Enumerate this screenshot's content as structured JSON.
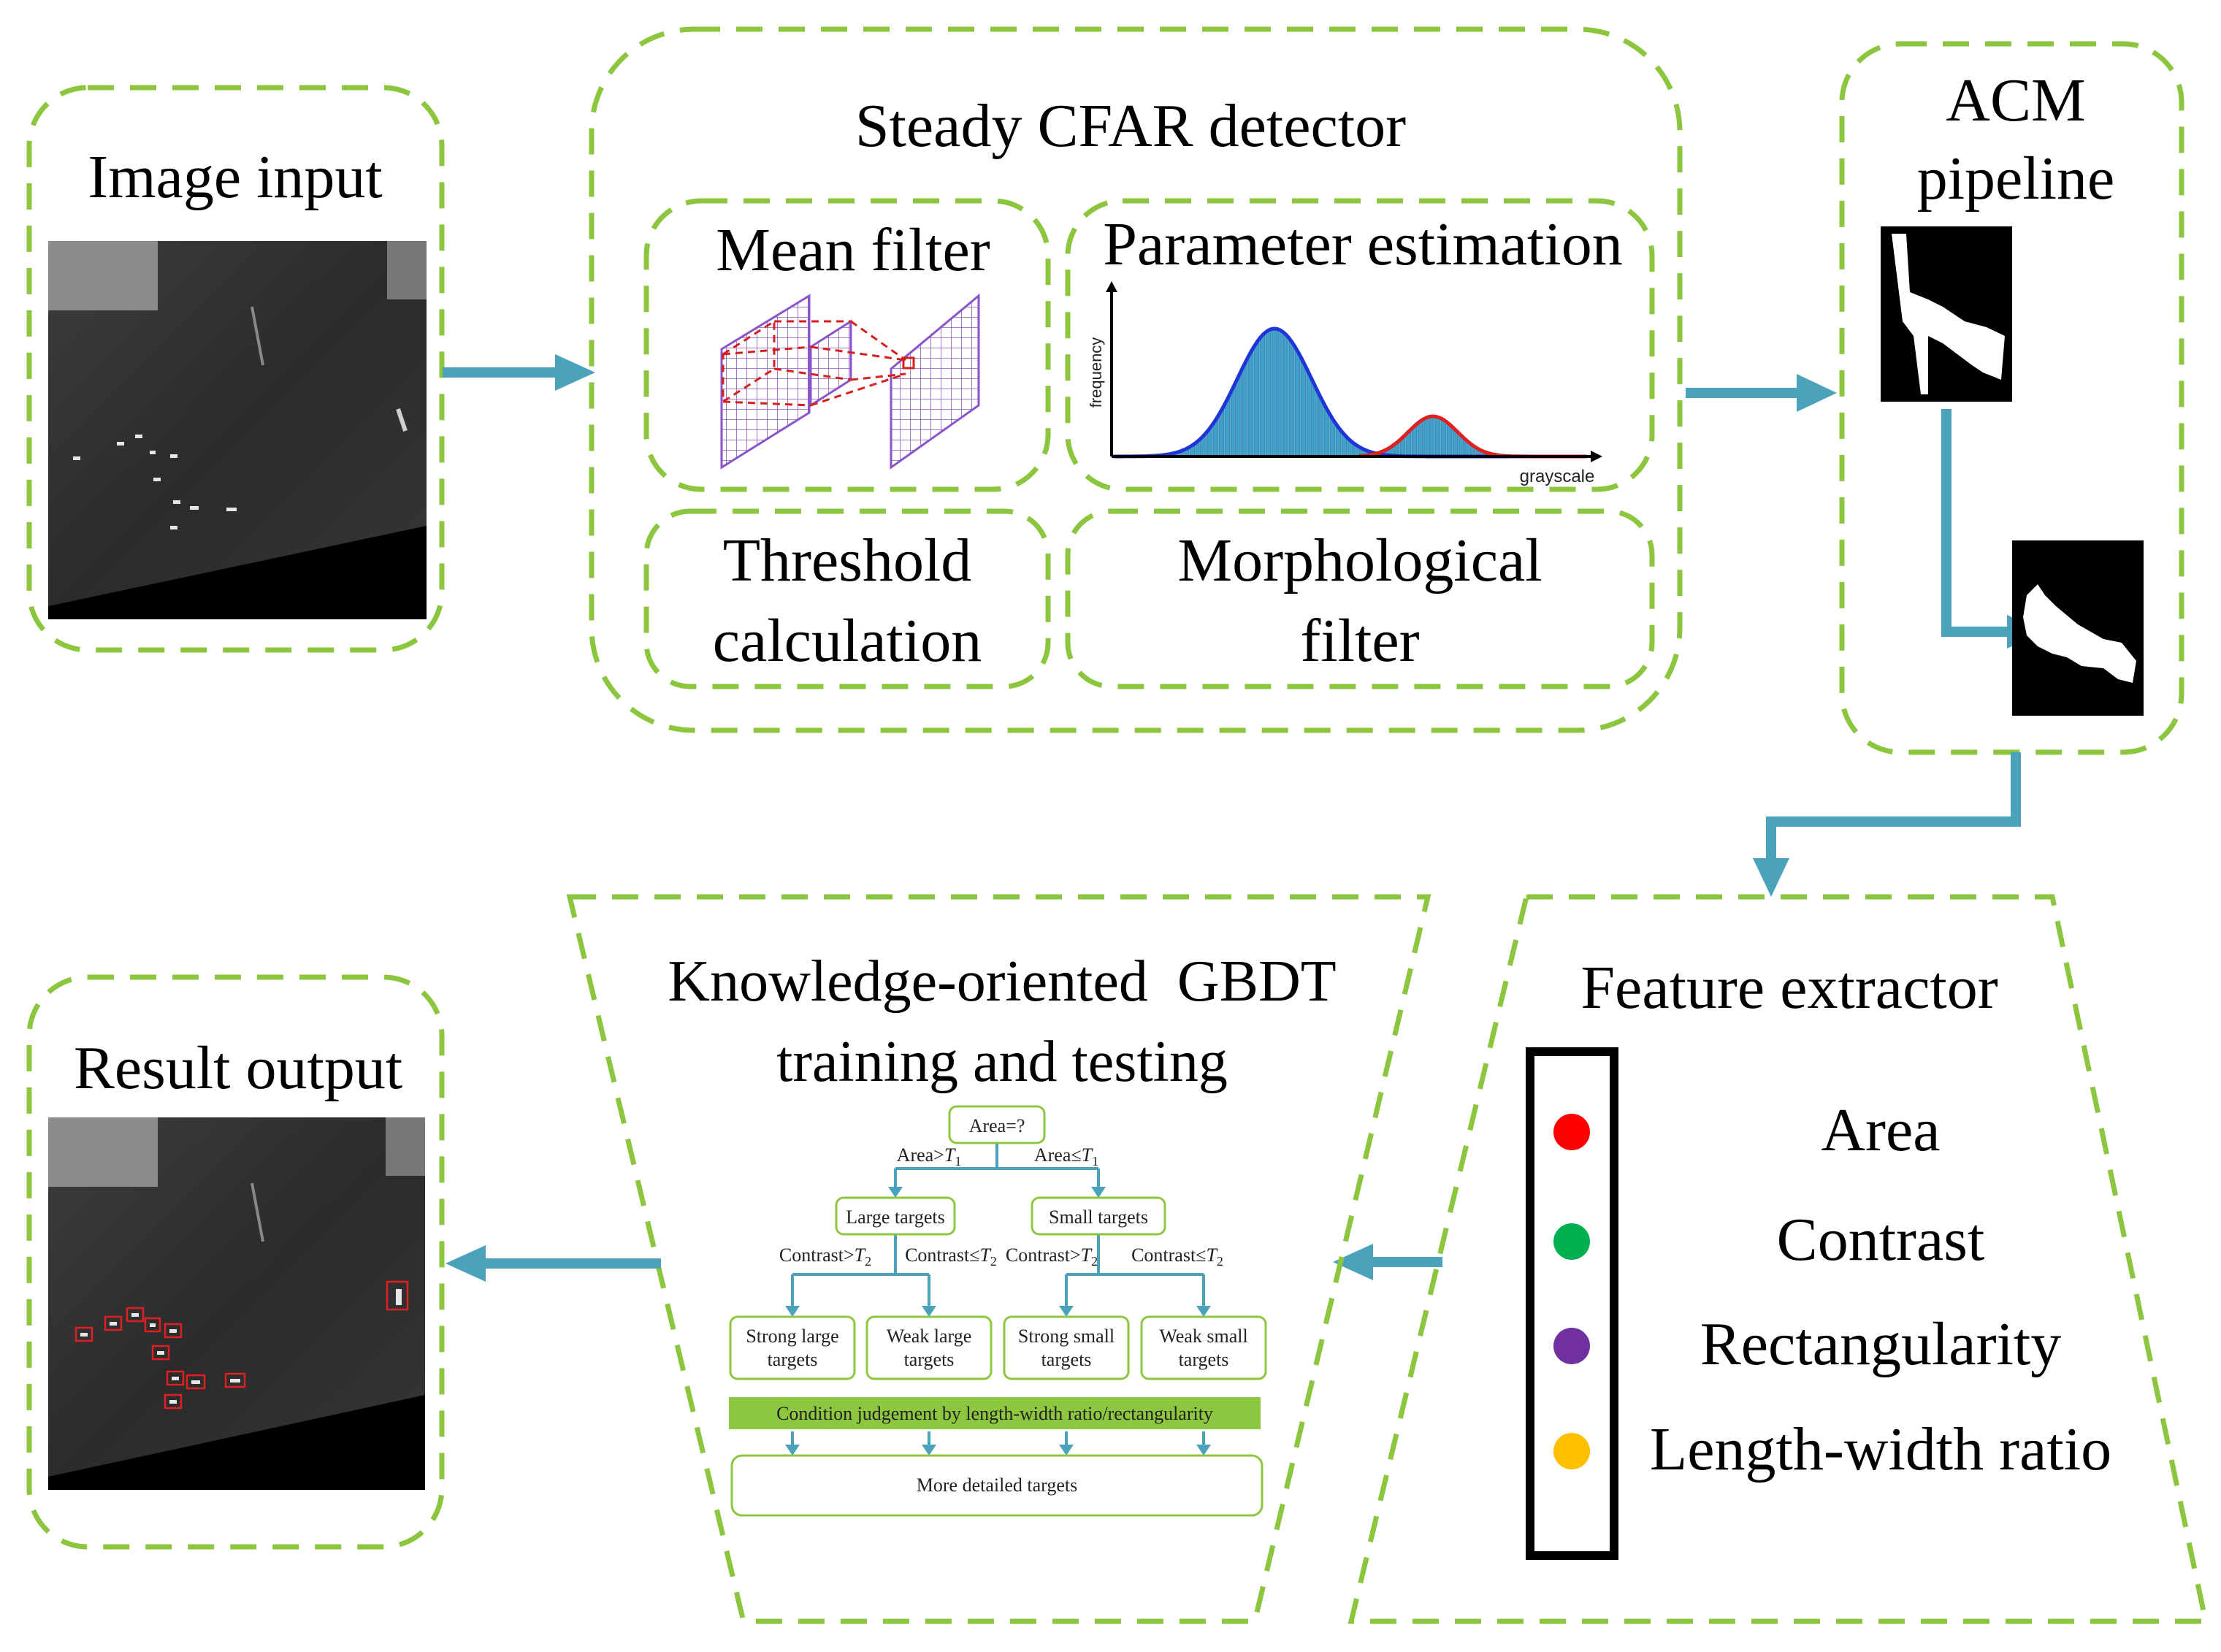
{
  "colors": {
    "dash_green": "#8cc63f",
    "arrow_teal": "#4ba3bb",
    "tree_green": "#8dc63f",
    "bar_blue": "#3fa0cc",
    "curve_blue": "#1f35d8",
    "curve_red": "#e02020",
    "filter_purple": "#8a55c9",
    "filter_red": "#d62020",
    "dot_red": "#ff0000",
    "dot_green": "#00b050",
    "dot_purple": "#7030a0",
    "dot_yellow": "#ffc000"
  },
  "image_input": {
    "title": "Image input"
  },
  "cfar": {
    "title": "Steady CFAR detector",
    "mean_filter": "Mean filter",
    "parameter_estimation": "Parameter estimation",
    "threshold_line1": "Threshold",
    "threshold_line2": "calculation",
    "morph_line1": "Morphological",
    "morph_line2": "filter",
    "hist_ylabel": "frequency",
    "hist_xlabel": "grayscale"
  },
  "acm": {
    "title_line1": "ACM",
    "title_line2": "pipeline"
  },
  "feature": {
    "title": "Feature extractor",
    "items": [
      {
        "label": "Area",
        "color": "#ff0000"
      },
      {
        "label": "Contrast",
        "color": "#00b050"
      },
      {
        "label": "Rectangularity",
        "color": "#7030a0"
      },
      {
        "label": "Length-width ratio",
        "color": "#ffc000"
      }
    ]
  },
  "gbdt": {
    "title_line1": "Knowledge-oriented  GBDT",
    "title_line2": "training and testing",
    "root": "Area=?",
    "branch_left": "Area>T1",
    "branch_right": "Area≤T1",
    "large": "Large targets",
    "small": "Small targets",
    "c_gt": "Contrast>T2",
    "c_le": "Contrast≤T2",
    "leaves": [
      [
        "Strong large",
        "targets"
      ],
      [
        "Weak large",
        "targets"
      ],
      [
        "Strong small",
        "targets"
      ],
      [
        "Weak small",
        "targets"
      ]
    ],
    "condition": "Condition judgement by length-width ratio/rectangularity",
    "detailed": "More detailed targets"
  },
  "result": {
    "title": "Result output"
  }
}
